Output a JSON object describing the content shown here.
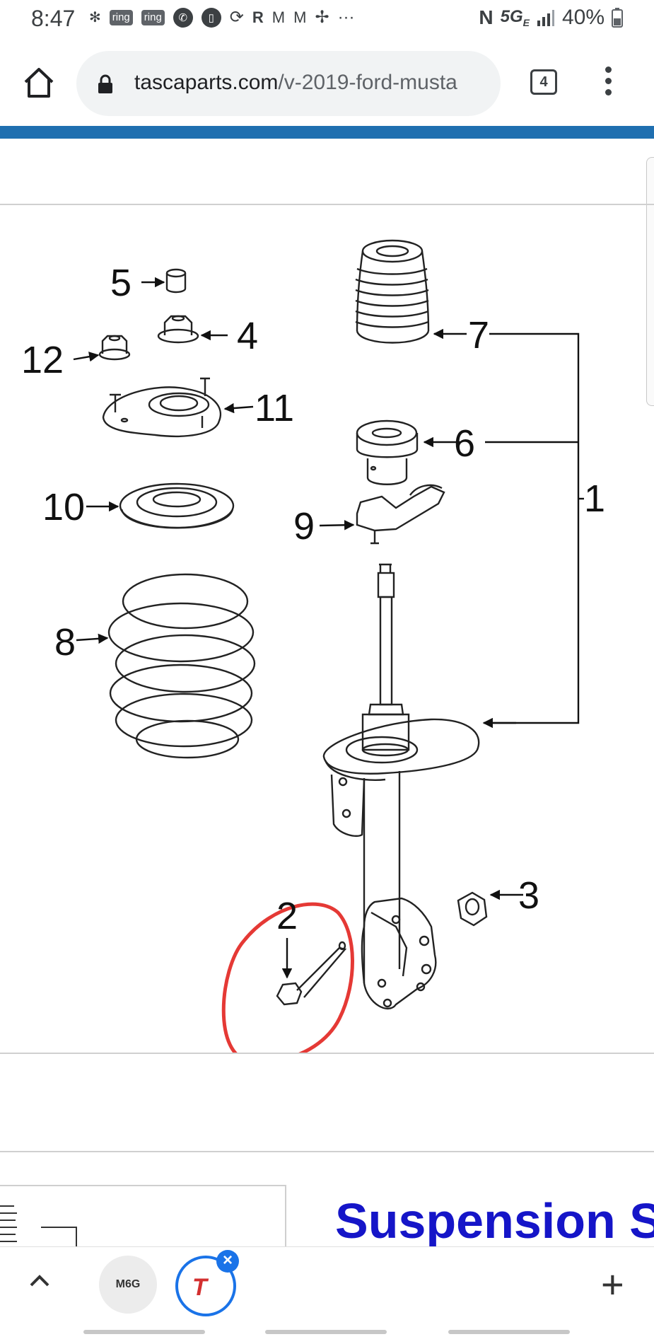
{
  "status_bar": {
    "time": "8:47",
    "notification_icons": [
      "fan-icon",
      "ring-icon",
      "ring-icon",
      "phone-icon",
      "phone-outline-icon",
      "sync-icon",
      "r-icon",
      "gmail-icon",
      "gmail-icon",
      "pinwheel-icon",
      "more-dots-icon"
    ],
    "ring_label": "ring",
    "r_label": "R",
    "m_label": "M",
    "more_label": "···",
    "network": "5G",
    "network_sub": "E",
    "battery": "40%"
  },
  "browser": {
    "url_domain": "tascaparts.com",
    "url_path": "/v-2019-ford-musta",
    "tab_count": "4"
  },
  "diagram": {
    "callouts": [
      "1",
      "2",
      "3",
      "4",
      "5",
      "6",
      "7",
      "8",
      "9",
      "10",
      "11",
      "12"
    ],
    "highlight_color": "#e53935"
  },
  "section": {
    "title": "Suspension S"
  },
  "bottom_bar": {
    "tab1_label": "M6G",
    "tab2_glyph": "T",
    "close_glyph": "×",
    "new_tab_glyph": "+"
  },
  "colors": {
    "accent_band": "#1f6fb0",
    "section_title": "#1515c8",
    "tab_ring": "#1a73e8"
  }
}
